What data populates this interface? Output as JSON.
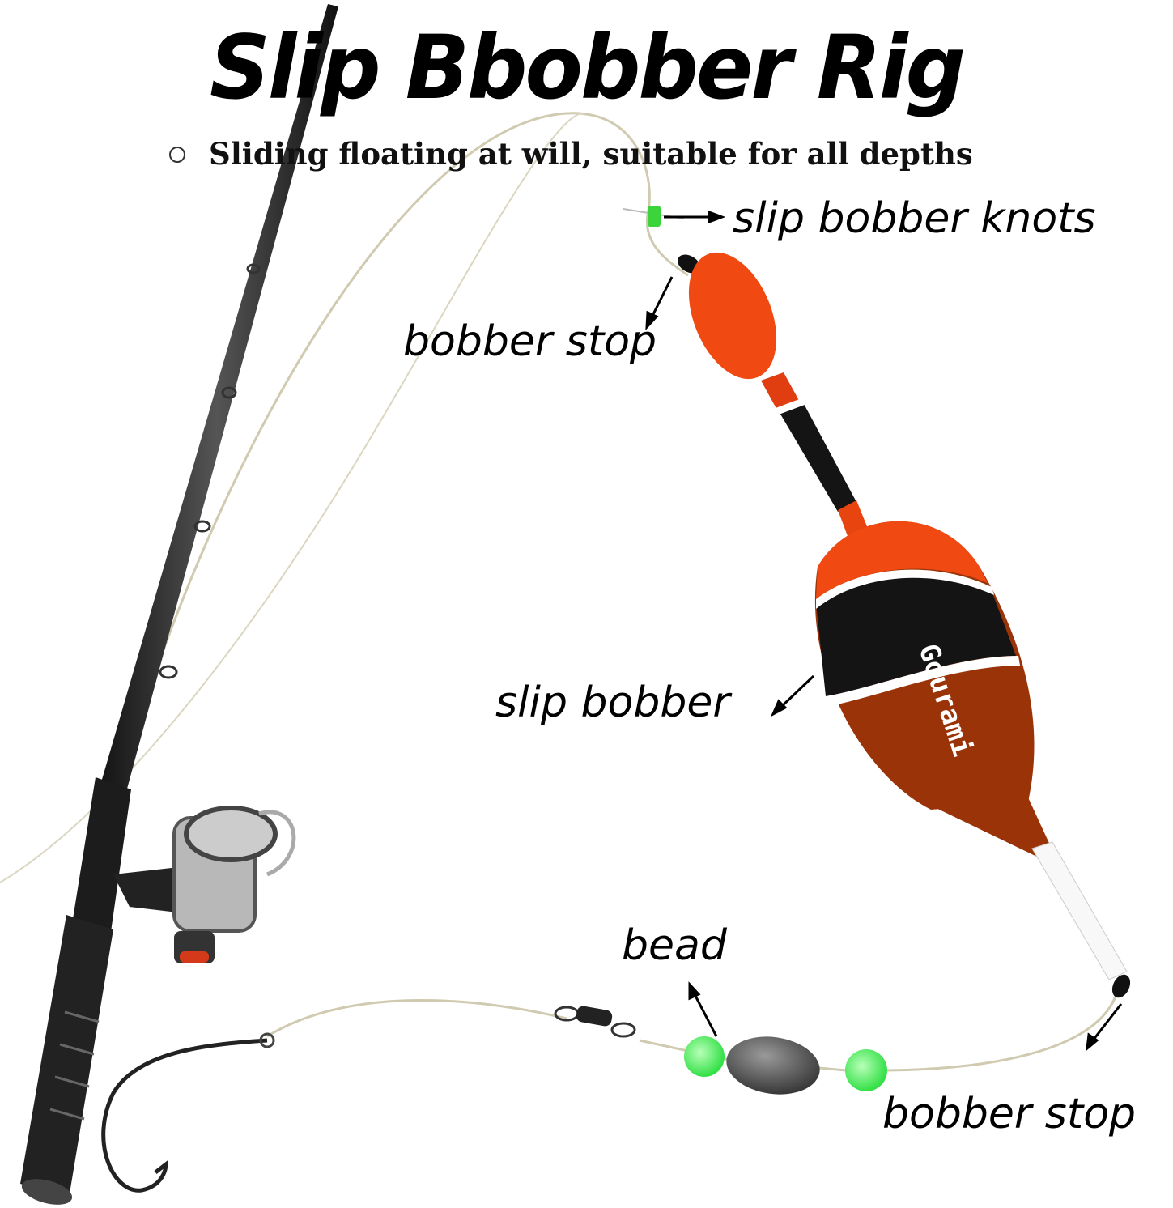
{
  "title": "Slip Bbobber Rig",
  "subtitle": "Sliding floating at will, suitable for all depths",
  "labels": {
    "knots": "slip bobber knots",
    "stop_top": "bobber stop",
    "bobber": "slip bobber",
    "bead": "bead",
    "stop_bottom": "bobber stop"
  },
  "bobber_brand": "Gourami",
  "colors": {
    "bobber_orange": "#f04a12",
    "bobber_brown": "#9a3408",
    "bobber_black": "#141414",
    "bead_green": "#4cf05a",
    "sinker": "#555555"
  }
}
